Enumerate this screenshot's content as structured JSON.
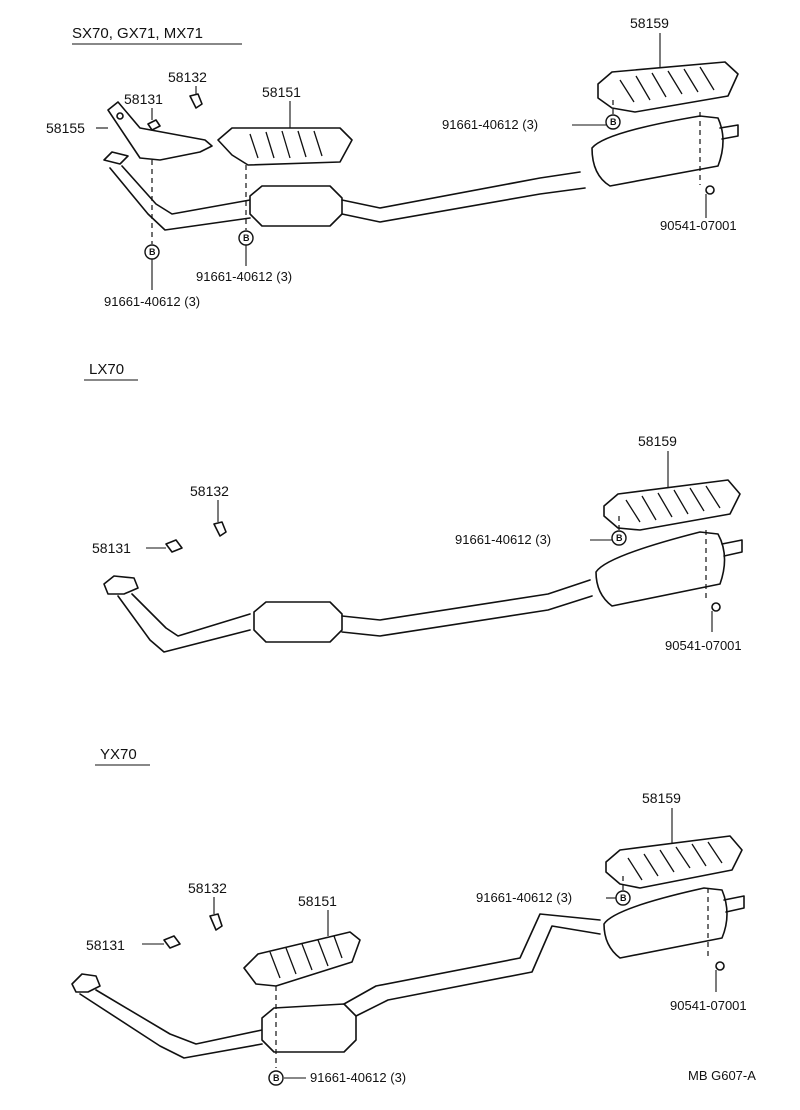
{
  "sections": [
    {
      "title": "SX70, GX71, MX71",
      "labels": {
        "p58159": "58159",
        "p58132": "58132",
        "p58131": "58131",
        "p58151": "58151",
        "p58155": "58155",
        "bolt_top": "91661-40612 (3)",
        "nut": "90541-07001",
        "bolt_mid": "91661-40612 (3)",
        "bolt_left": "91661-40612 (3)"
      }
    },
    {
      "title": "LX70",
      "labels": {
        "p58159": "58159",
        "p58132": "58132",
        "p58131": "58131",
        "bolt_top": "91661-40612 (3)",
        "nut": "90541-07001"
      }
    },
    {
      "title": "YX70",
      "labels": {
        "p58159": "58159",
        "p58132": "58132",
        "p58151": "58151",
        "p58131": "58131",
        "bolt_top": "91661-40612 (3)",
        "nut": "90541-07001",
        "bolt_bottom": "91661-40612 (3)"
      }
    }
  ],
  "bolt_marker": "B",
  "footer_code": "MB  G607-A"
}
